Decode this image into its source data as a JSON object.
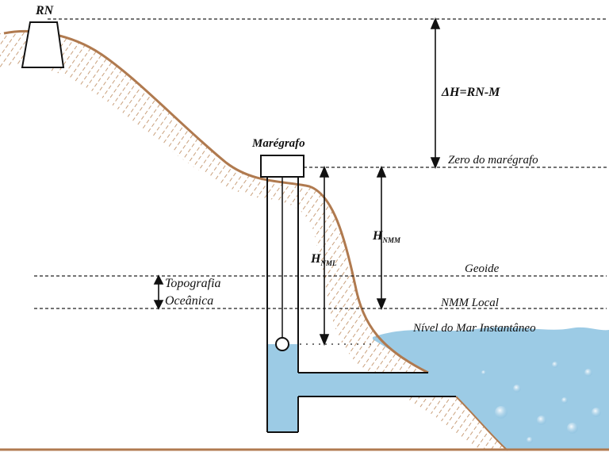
{
  "labels": {
    "rn": "RN",
    "delta_h": "ΔH=RN-M",
    "maregrafo": "Marégrafo",
    "zero_maregrafo": "Zero do marégrafo",
    "h_nmm_main": "H",
    "h_nmm_sub": "NMM",
    "h_nml_main": "H",
    "h_nml_sub": "NML",
    "geoide": "Geoide",
    "nmm_local": "NMM Local",
    "nivel_mar": "Nível do Mar Instantâneo",
    "topografia_line1": "Topografia",
    "topografia_line2": "Oceânica"
  },
  "colors": {
    "ground_line": "#b07a4f",
    "hatch": "#c9a07c",
    "water": "#9ccbe5",
    "water_light": "#c8e4f3",
    "structure": "#111111",
    "dashed": "#222222"
  }
}
